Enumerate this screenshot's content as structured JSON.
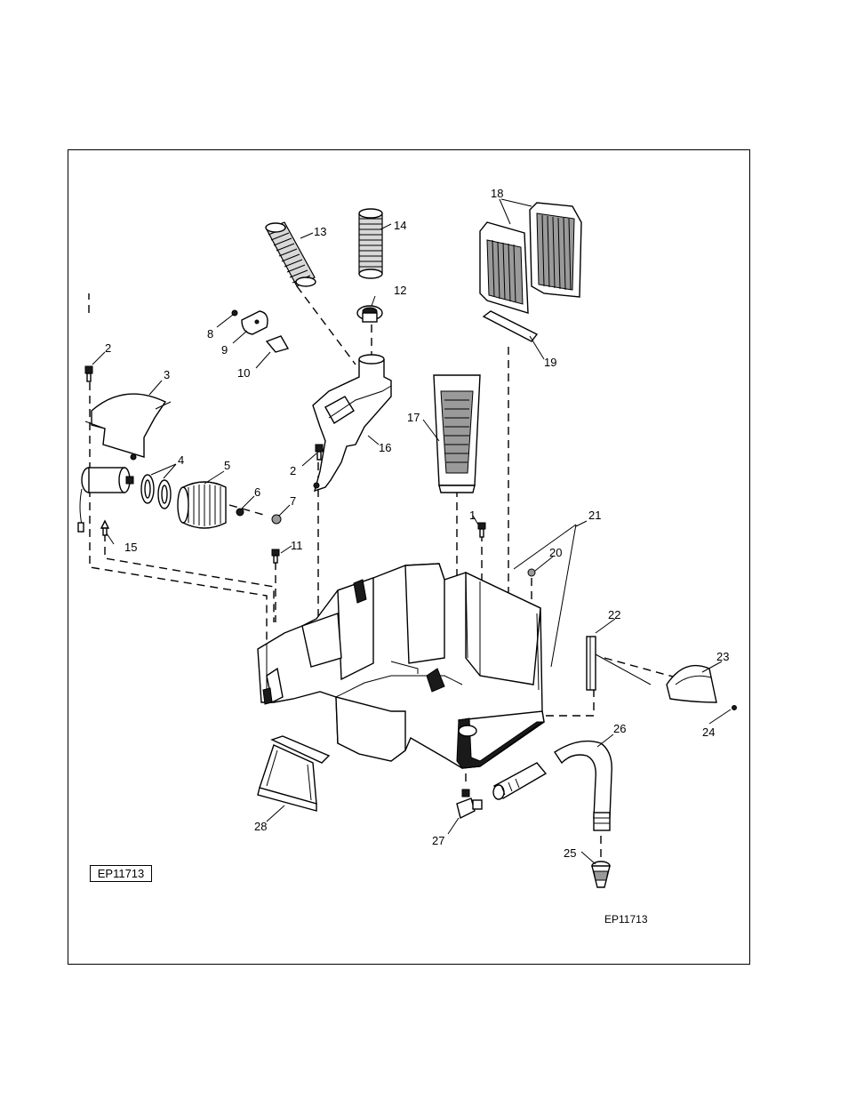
{
  "figure": {
    "figure_code_boxed": "EP11713",
    "figure_code_plain": "EP11713"
  },
  "callouts": [
    "1",
    "2",
    "2",
    "3",
    "4",
    "5",
    "6",
    "7",
    "8",
    "9",
    "10",
    "11",
    "12",
    "13",
    "14",
    "15",
    "16",
    "17",
    "18",
    "19",
    "20",
    "21",
    "22",
    "23",
    "24",
    "25",
    "26",
    "27",
    "28"
  ],
  "colors": {
    "line": "#000000",
    "background": "#ffffff",
    "shade": "#9a9a9a"
  }
}
